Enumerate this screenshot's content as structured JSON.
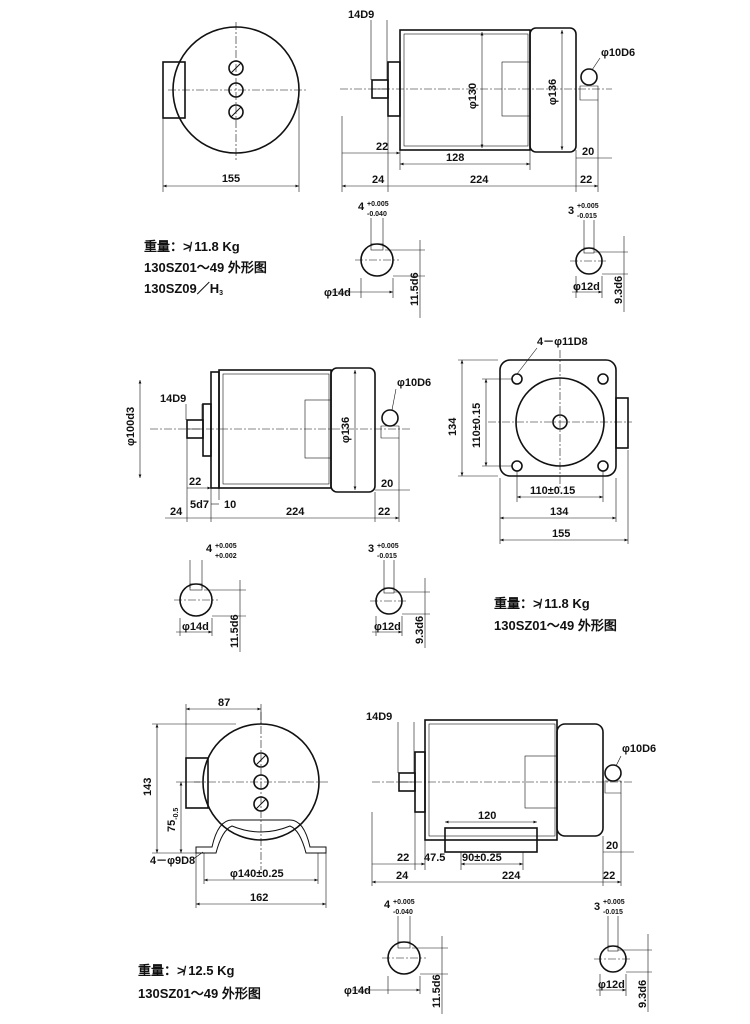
{
  "drawing1": {
    "front": {
      "width": "155"
    },
    "side": {
      "shaft_dia": "14D9",
      "dia_body": "φ130",
      "dia_cap": "φ136",
      "hole_dia": "φ10D6",
      "flange_len": "22",
      "body_len": "128",
      "shaft_len": "24",
      "total_len": "224",
      "cap_gap": "20",
      "cap_len": "22"
    },
    "shaft_section_a": {
      "tol_upper": "+0.005",
      "tol_lower": "-0.040",
      "key_w": "4",
      "dia": "φ14d",
      "key_depth": "11.5d6"
    },
    "shaft_section_b": {
      "tol_upper": "+0.005",
      "tol_lower": "-0.015",
      "key_w": "3",
      "dia": "φ12d",
      "key_depth": "9.3d6"
    },
    "notes": {
      "weight": "重量：≯ 11.8 Kg",
      "model": "130SZ01～49 外形图",
      "model2": "130SZ09／H",
      "model2_sub": "3"
    }
  },
  "drawing2": {
    "side": {
      "spigot_dia": "φ100d3",
      "shaft_dia": "14D9",
      "dia_cap": "φ136",
      "hole_dia": "φ10D6",
      "flange_len": "22",
      "spigot_len": "5d7",
      "flange_thk": "10",
      "shaft_len": "24",
      "total_len": "224",
      "cap_gap": "20",
      "cap_len": "22"
    },
    "flange": {
      "holes": "4－φ11D8",
      "height": "134",
      "hole_pitch_v": "110±0.15",
      "hole_pitch_h": "110±0.15",
      "width": "134",
      "overall": "155"
    },
    "shaft_section_a": {
      "tol_upper": "+0.005",
      "tol_lower": "+0.002",
      "key_w": "4",
      "dia": "φ14d",
      "key_depth": "11.5d6"
    },
    "shaft_section_b": {
      "tol_upper": "+0.005",
      "tol_lower": "-0.015",
      "key_w": "3",
      "dia": "φ12d",
      "key_depth": "9.3d6"
    },
    "notes": {
      "weight": "重量：≯ 11.8 Kg",
      "model": "130SZ01～49 外形图"
    }
  },
  "drawing3": {
    "front": {
      "top_dim": "87",
      "height": "143",
      "center_height": "75",
      "center_tol": "-0.5",
      "holes": "4－φ9D8",
      "hole_pitch": "φ140±0.25",
      "base_width": "162"
    },
    "side": {
      "shaft_dia": "14D9",
      "hole_dia": "φ10D6",
      "foot_len": "120",
      "flange_len": "22",
      "foot_offset": "47.5",
      "foot_pitch": "90±0.25",
      "shaft_len": "24",
      "total_len": "224",
      "cap_gap": "20",
      "cap_len": "22"
    },
    "shaft_section_a": {
      "tol_upper": "+0.005",
      "tol_lower": "-0.040",
      "key_w": "4",
      "dia": "φ14d",
      "key_depth": "11.5d6"
    },
    "shaft_section_b": {
      "tol_upper": "+0.005",
      "tol_lower": "-0.015",
      "key_w": "3",
      "dia": "φ12d",
      "key_depth": "9.3d6"
    },
    "notes": {
      "weight": "重量：≯ 12.5 Kg",
      "model": "130SZ01～49 外形图"
    }
  }
}
